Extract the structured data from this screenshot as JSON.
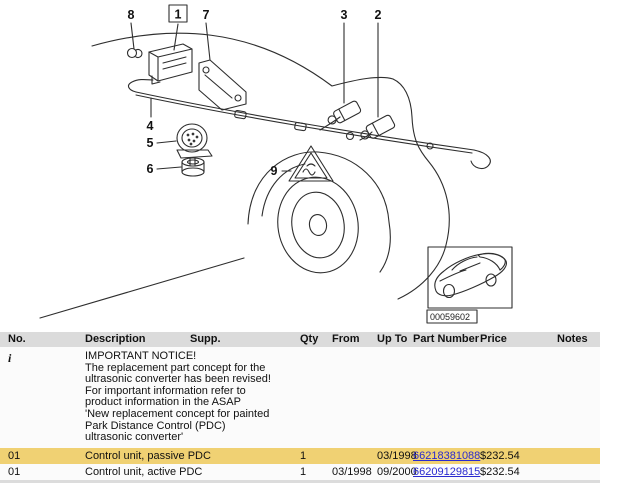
{
  "diagram": {
    "callouts": [
      {
        "id": "8",
        "label": "8"
      },
      {
        "id": "1",
        "label": "1",
        "highlighted": true
      },
      {
        "id": "7",
        "label": "7"
      },
      {
        "id": "3",
        "label": "3"
      },
      {
        "id": "2",
        "label": "2"
      },
      {
        "id": "4",
        "label": "4"
      },
      {
        "id": "5",
        "label": "5"
      },
      {
        "id": "6",
        "label": "6"
      },
      {
        "id": "9",
        "label": "9"
      }
    ],
    "inset_code": "00059602"
  },
  "colors": {
    "highlight_row": "#F0D173",
    "callout_fill": "#FFE13B",
    "callout_border": "#C9A50A",
    "header_bg": "#DBDBDB",
    "link": "#2A2ACF"
  },
  "table": {
    "headers": {
      "no": "No.",
      "description": "Description",
      "supp": "Supp.",
      "qty": "Qty",
      "from": "From",
      "up_to": "Up To",
      "part_number": "Part Number",
      "price": "Price",
      "notes": "Notes"
    },
    "notice": {
      "no": "i",
      "lines": [
        "IMPORTANT NOTICE!",
        "The replacement part concept for the",
        "ultrasonic converter has been revised!",
        "For important information refer to",
        "product information in the ASAP",
        "'New replacement concept for painted",
        "Park Distance Control (PDC)",
        "ultrasonic converter'"
      ]
    },
    "rows": [
      {
        "no": "01",
        "description": "Control unit, passive PDC",
        "supp": "",
        "qty": "1",
        "from": "",
        "up_to": "03/1998",
        "part_number": "66218381088",
        "price": "$232.54",
        "notes": ""
      },
      {
        "no": "01",
        "description": "Control unit, active PDC",
        "supp": "",
        "qty": "1",
        "from": "03/1998",
        "up_to": "09/2000",
        "part_number": "66209129815",
        "price": "$232.54",
        "notes": ""
      }
    ]
  }
}
